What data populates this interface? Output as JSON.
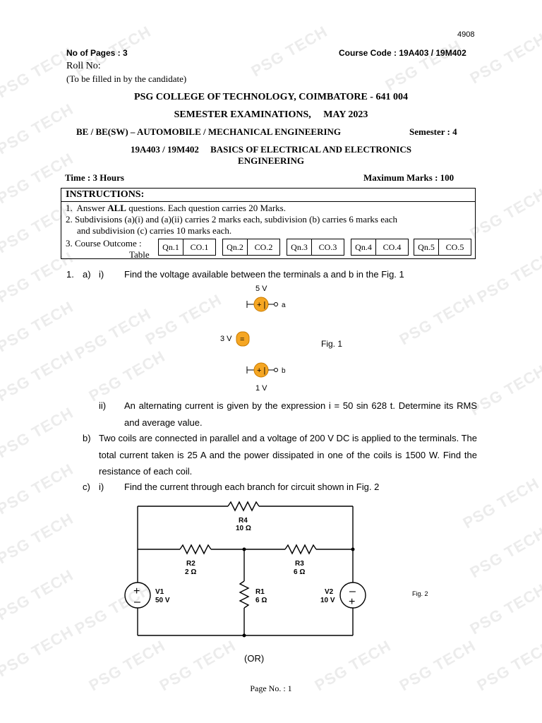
{
  "watermark": "PSG TECH",
  "header": {
    "serial": "4908",
    "pages": "No of Pages : 3",
    "course_code": "Course Code : 19A403 / 19M402",
    "roll_no": "Roll No:",
    "roll_note": "(To be filled in by the candidate)"
  },
  "titles": {
    "college": "PSG COLLEGE OF TECHNOLOGY, COIMBATORE - 641 004",
    "exam": "SEMESTER EXAMINATIONS,     MAY 2023",
    "programme": "BE / BE(SW) – AUTOMOBILE / MECHANICAL ENGINEERING",
    "semester": "Semester : 4",
    "course_line1": "19A403 / 19M402     BASICS OF ELECTRICAL AND ELECTRONICS",
    "course_line2": "ENGINEERING",
    "time": "Time : 3 Hours",
    "max_marks": "Maximum Marks : 100"
  },
  "instructions": {
    "heading": "INSTRUCTIONS:",
    "line1_pre": "1.  Answer ",
    "line1_bold": "ALL",
    "line1_post": " questions. Each question carries 20 Marks.",
    "line2a": "2.  Subdivisions (a)(i) and (a)(ii) carries 2 marks each, subdivision (b) carries 6 marks each",
    "line2b": "and subdivision (c)  carries 10 marks each.",
    "line3a": "3. Course Outcome :",
    "line3b": "Table",
    "co_table": [
      {
        "q": "Qn.1",
        "co": "CO.1"
      },
      {
        "q": "Qn.2",
        "co": "CO.2"
      },
      {
        "q": "Qn.3",
        "co": "CO.3"
      },
      {
        "q": "Qn.4",
        "co": "CO.4"
      },
      {
        "q": "Qn.5",
        "co": "CO.5"
      }
    ]
  },
  "question1": {
    "number": "1.",
    "a": "a)",
    "i": "i)",
    "a_i_text": "Find the voltage available between the terminals a and b in the Fig. 1",
    "fig1": {
      "top_source": "5 V",
      "terminal_a": "a",
      "mid_source": "3 V",
      "terminal_b": "b",
      "bottom_source": "1 V",
      "caption": "Fig. 1"
    },
    "ii": "ii)",
    "a_ii_text": "An alternating current is given by the expression  i = 50 sin 628 t. Determine its RMS and average value.",
    "b": "b)",
    "b_text": "Two coils are connected in parallel and a voltage of 200 V DC is applied to the terminals. The total current taken is 25 A and the power dissipated in one of the coils is 1500 W. Find the resistance of each coil.",
    "c": "c)",
    "c_i": "i)",
    "c_i_text": "Find the current through each branch for circuit shown in Fig. 2",
    "fig2": {
      "r4_name": "R4",
      "r4_val": "10 Ω",
      "r2_name": "R2",
      "r2_val": "2 Ω",
      "r3_name": "R3",
      "r3_val": "6 Ω",
      "r1_name": "R1",
      "r1_val": "6 Ω",
      "v1_name": "V1",
      "v1_val": "50 V",
      "v2_name": "V2",
      "v2_val": "10 V",
      "caption": "Fig. 2"
    },
    "or": "(OR)"
  },
  "footer": {
    "page_no": "Page No. : 1"
  }
}
